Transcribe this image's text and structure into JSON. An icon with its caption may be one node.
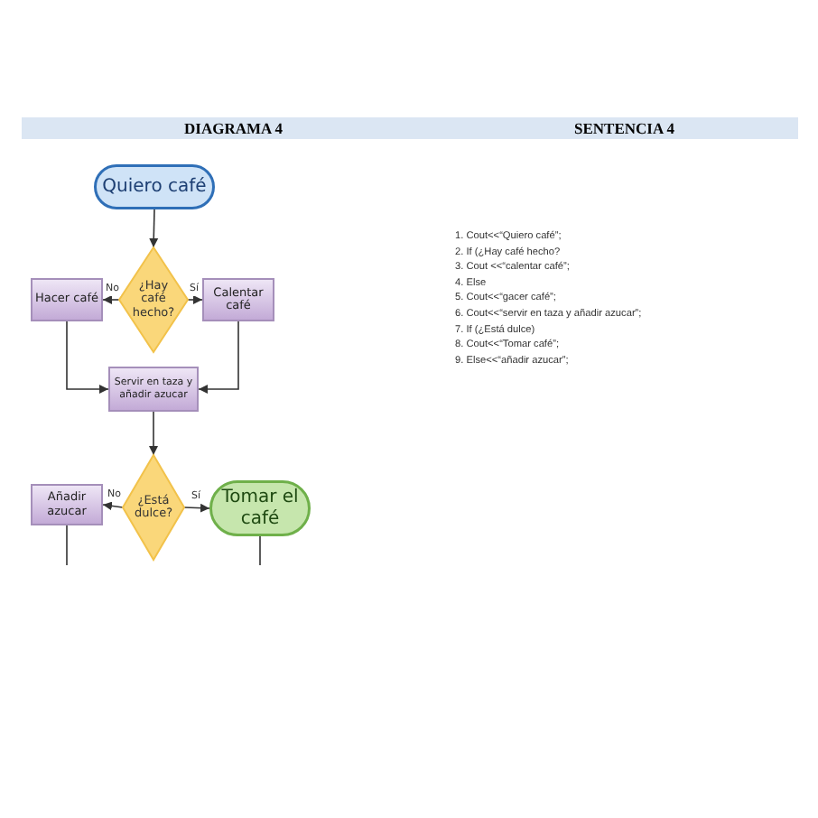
{
  "diagram": {
    "nodes": [
      {
        "text": [
          "Quiero café"
        ]
      },
      {
        "text": [
          "¿Hay café hecho?"
        ]
      },
      {
        "text": [
          "Hacer café"
        ]
      },
      {
        "text": [
          "Calentar café"
        ]
      },
      {
        "text": [
          "Servir en taza y añadir azucar"
        ]
      },
      {
        "text": [
          "¿Está dulce?"
        ]
      },
      {
        "text": [
          "Añadir azucar"
        ]
      },
      {
        "text": [
          "Tomar el café"
        ]
      }
    ],
    "edges": [
      {
        "from": 0,
        "to": 1,
        "arrow": "to"
      },
      {
        "from": 1,
        "to": 2,
        "arrow": "to",
        "label": "No"
      },
      {
        "from": 1,
        "to": 3,
        "arrow": "to",
        "label": "Sí"
      },
      {
        "from": 2,
        "to": 4,
        "arrow": "to"
      },
      {
        "from": 3,
        "to": 4,
        "arrow": "to"
      },
      {
        "from": 4,
        "to": 5,
        "arrow": "to"
      },
      {
        "from": 5,
        "to": 6,
        "arrow": "to",
        "label": "No"
      },
      {
        "from": 5,
        "to": 7,
        "arrow": "to",
        "label": "Sí"
      },
      {
        "from": 6,
        "to": null,
        "arrow": "none"
      },
      {
        "from": 7,
        "to": null,
        "arrow": "none"
      }
    ],
    "labels": [
      "DIAGRAMA 4",
      "SENTENCIA 4",
      "1. Cout<<“Quiero café”;",
      "2. If (¿Hay café hecho?",
      "3. Cout <<“calentar café”;",
      "4. Else",
      "5. Cout<<“gacer café”;",
      "6. Cout<<“servir en taza y añadir azucar”;",
      "7. If (¿Está dulce)",
      "8. Cout<<“Tomar café”;",
      "9. Else<<“añadir azucar”;"
    ]
  }
}
